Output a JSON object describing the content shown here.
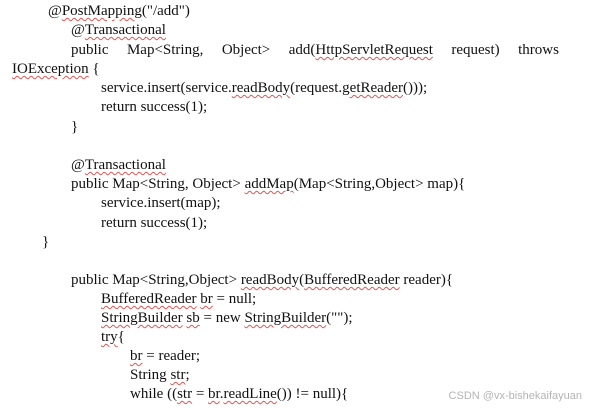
{
  "code": {
    "l1": {
      "at": "@",
      "ann": "PostMapping",
      "rest": "(\"/add\")"
    },
    "l2": {
      "at": "@",
      "ann": "Transactional"
    },
    "l3": {
      "w1": "public",
      "w2": "Map<String,",
      "w3": "Object>",
      "w4a": "add(",
      "w4b": "HttpServletRequest",
      "w5": "request)",
      "w6": "throws"
    },
    "l4": {
      "a": "IOException",
      "b": " {"
    },
    "l5": {
      "a": "service.insert(service.",
      "b": "readBody",
      "c": "(request.",
      "d": "getReader",
      "e": "()));"
    },
    "l6": "return success(1);",
    "l7": "}",
    "l8": {
      "at": "@",
      "ann": "Transactional"
    },
    "l9": {
      "a": "public Map<String, Object> ",
      "b": "addMap",
      "c": "(Map<String,Object> map){"
    },
    "l10": "service.insert(map);",
    "l11": "return success(1);",
    "l12": "}",
    "l13": {
      "a": "public Map<String,Object> ",
      "b": "readBody",
      "c": "(",
      "d": "BufferedReader",
      "e": " reader){"
    },
    "l14": {
      "a": "BufferedReader",
      "b": " ",
      "c": "br",
      "d": " = null;"
    },
    "l15": {
      "a": "StringBuilder",
      "b": " ",
      "c": "sb",
      "d": " = new ",
      "e": "StringBuilder",
      "f": "(\"\");"
    },
    "l16": {
      "a": "try",
      "b": "{"
    },
    "l17": {
      "a": "br",
      "b": " = reader;"
    },
    "l18": {
      "a": "String ",
      "b": "str",
      "c": ";"
    },
    "l19": {
      "a": "while ((",
      "b": "str",
      "c": " = ",
      "d": "br",
      "e": ".",
      "f": "readLine",
      "g": "()) != null){"
    }
  },
  "watermark": "CSDN @vx-bishekaifayuan"
}
